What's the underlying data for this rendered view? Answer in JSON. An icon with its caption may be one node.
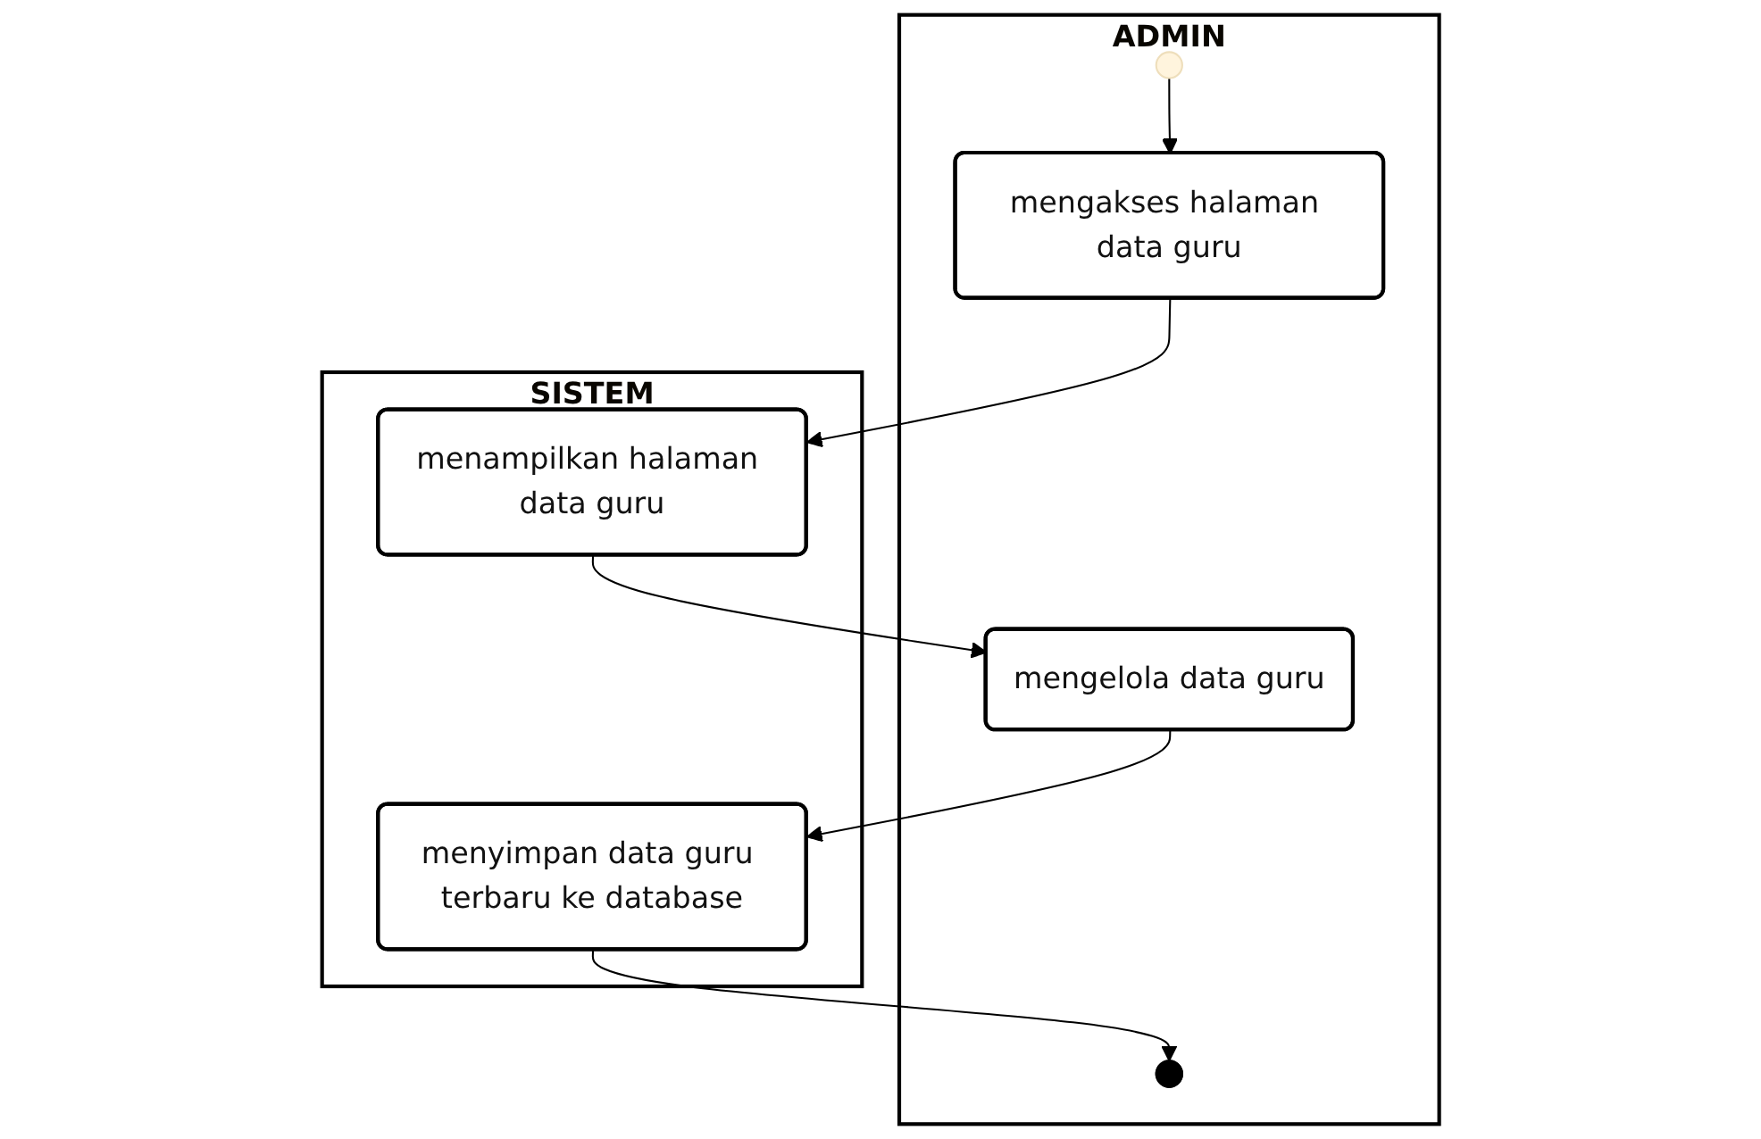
{
  "diagram": {
    "nodes": [
      {
        "text": [
          "ADMIN"
        ]
      },
      {
        "text": [
          "SISTEM"
        ]
      },
      {
        "text": [],
        "shape": "circle",
        "in": 0
      },
      {
        "text": [
          "mengakses halaman data guru"
        ],
        "in": 0
      },
      {
        "text": [
          "menampilkan halaman data guru"
        ],
        "in": 1
      },
      {
        "text": [
          "mengelola data guru"
        ],
        "in": 0
      },
      {
        "text": [
          "menyimpan data guru terbaru ke database"
        ],
        "in": 1
      },
      {
        "text": [],
        "shape": "bullseye",
        "in": 0
      }
    ],
    "edges": [
      {
        "from": 2,
        "to": 3,
        "arrow": "to"
      },
      {
        "from": 3,
        "to": 4,
        "arrow": "to"
      },
      {
        "from": 4,
        "to": 5,
        "arrow": "to"
      },
      {
        "from": 5,
        "to": 6,
        "arrow": "to"
      },
      {
        "from": 6,
        "to": 7,
        "arrow": "to"
      }
    ]
  }
}
